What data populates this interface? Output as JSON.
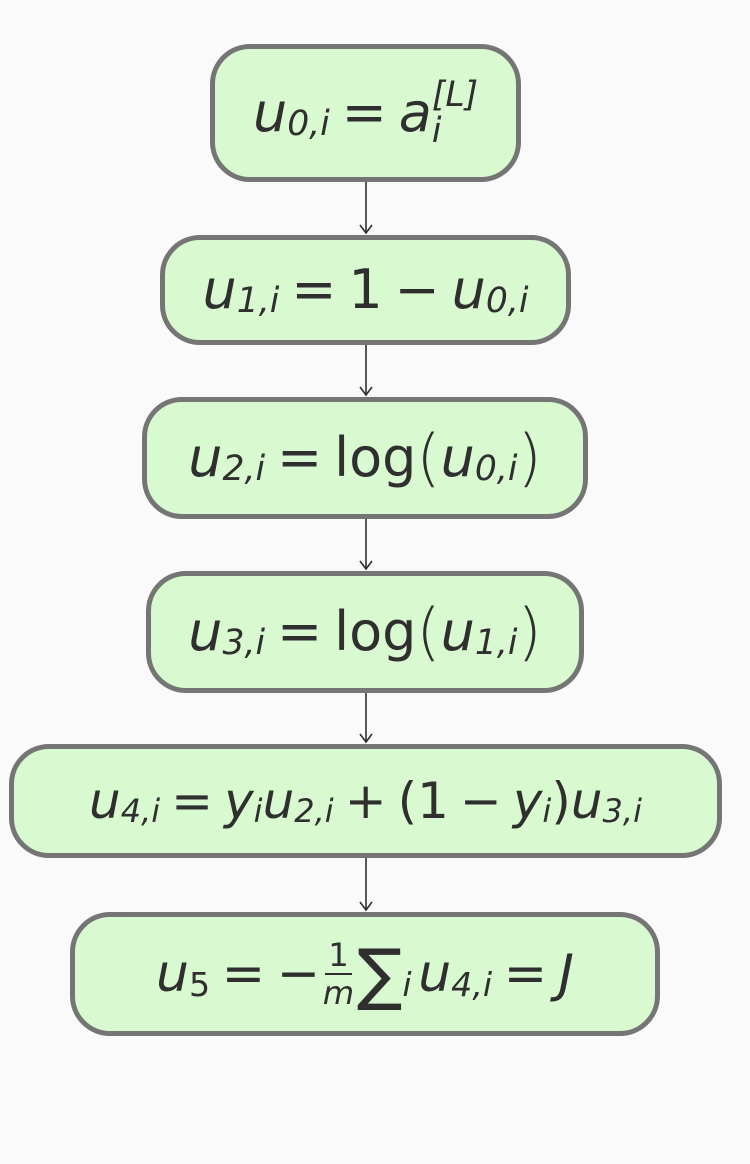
{
  "nodes": [
    {
      "id": "u0",
      "var": "u",
      "sub": "0,i",
      "rhs": "a",
      "rhs_sup": "[L]",
      "rhs_sub": "i"
    },
    {
      "id": "u1",
      "var": "u",
      "sub": "1,i",
      "one": "1",
      "minus": "−",
      "rhs_var": "u",
      "rhs_sub": "0,i"
    },
    {
      "id": "u2",
      "var": "u",
      "sub": "2,i",
      "fn": "log",
      "arg_var": "u",
      "arg_sub": "0,i"
    },
    {
      "id": "u3",
      "var": "u",
      "sub": "3,i",
      "fn": "log",
      "arg_var": "u",
      "arg_sub": "1,i"
    },
    {
      "id": "u4",
      "var": "u",
      "sub": "4,i",
      "y": "y",
      "y_sub": "i",
      "t1_var": "u",
      "t1_sub": "2,i",
      "plus": "+",
      "one": "1",
      "minus": "−",
      "t2_var": "u",
      "t2_sub": "3,i"
    },
    {
      "id": "u5",
      "var": "u",
      "sub": "5",
      "minus": "−",
      "frac_num": "1",
      "frac_den": "m",
      "sum": "∑",
      "sum_sub": "i",
      "t_var": "u",
      "t_sub": "4,i",
      "result": "J"
    }
  ],
  "symbols": {
    "eq": "=",
    "lparen": "(",
    "rparen": ")"
  },
  "colors": {
    "node_fill": "#d9fad0",
    "node_border": "#757575",
    "text": "#2f2f2f",
    "background": "#fafafa"
  }
}
